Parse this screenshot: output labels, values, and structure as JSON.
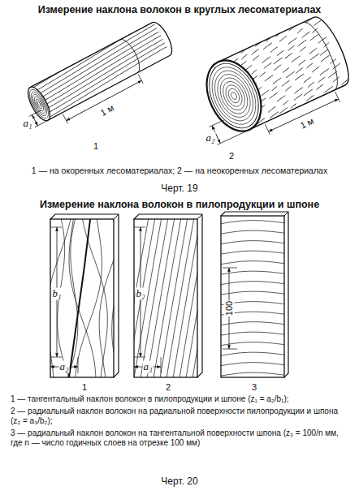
{
  "diagram": {
    "title": "Измерение наклона волокон в круглых лесоматериалах",
    "labels": [
      "1 м",
      "a₁",
      "1",
      "1 м",
      "a₂",
      "2",
      "1 — на окоренных лесоматериалах; 2 — на неокоренных лесоматериалах",
      "Черт. 19",
      "Измерение наклона волокон в пилопродукции и шпоне",
      "b₁",
      "a₂",
      "1",
      "b₂",
      "a₃",
      "2",
      "100",
      "3",
      "1 — тангентальный наклон волокон в пилопродукции и шпоне (z₁ = a₂/b₁);",
      "2 — радиальный наклон волокон на радиальной поверхности пилопродукции и шпона (z₂ = a₃/b₂);",
      "3 — радиальный наклон волокон на тангентальной поверхности шпона (z₃ = 100/n мм, где n — число годичных слоев на отрезке 100 мм)",
      "Черт. 20"
    ]
  }
}
